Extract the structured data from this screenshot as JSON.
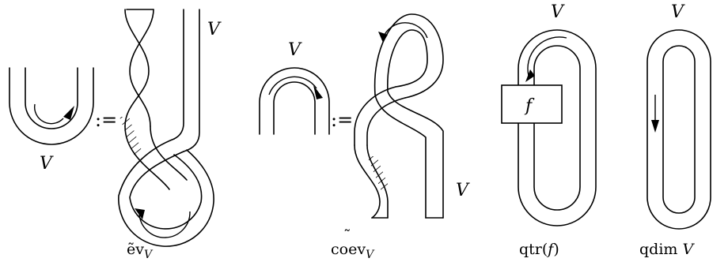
{
  "labels": {
    "ev_V_bottom": "V",
    "ev_V_right": "V",
    "coev_V_top": "V",
    "coev_V_right": "V",
    "qtr_V": "V",
    "qdim_V": "V",
    "f": "f",
    "def_symbol": ":="
  },
  "captions": {
    "ev": "ẽv",
    "ev_sub": "V",
    "coev": "coev",
    "coev_sub": "V",
    "coev_tilde": "˜",
    "qtr_prefix": "qtr(",
    "qtr_arg": "f",
    "qtr_suffix": ")",
    "qdim_prefix": "qdim ",
    "qdim_arg": "V"
  }
}
